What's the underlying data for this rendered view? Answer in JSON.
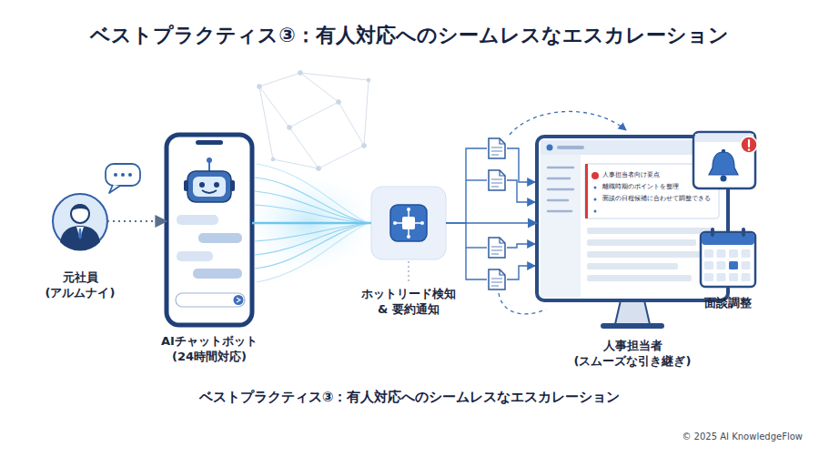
{
  "diagram": {
    "title": "ベストプラクティス③：有人対応へのシームレスなエスカレーション",
    "caption": "ベストプラクティス③：有人対応へのシームレスなエスカレーション",
    "nodes": [
      {
        "text": [
          "元社員 (アルムナイ)"
        ]
      },
      {
        "text": [
          "AIチャットボット (24時間対応)"
        ]
      },
      {
        "text": [
          "ホットリード検知 & 要約通知"
        ]
      },
      {
        "text": [
          "人事担当者 (スムーズな引き継ぎ)"
        ]
      },
      {
        "text": [
          "面談調整"
        ]
      }
    ],
    "edges": [
      {
        "from": 0,
        "to": 1,
        "arrow": "to"
      },
      {
        "from": 1,
        "to": 2,
        "arrow": "none"
      },
      {
        "from": 2,
        "to": 3,
        "arrow": "to"
      }
    ],
    "labels": [
      "人事担当者向け要点",
      "離職時期のポイントを整理",
      "面談の日程候補に合わせて調整できる",
      "© 2025 AI KnowledgeFlow"
    ]
  }
}
